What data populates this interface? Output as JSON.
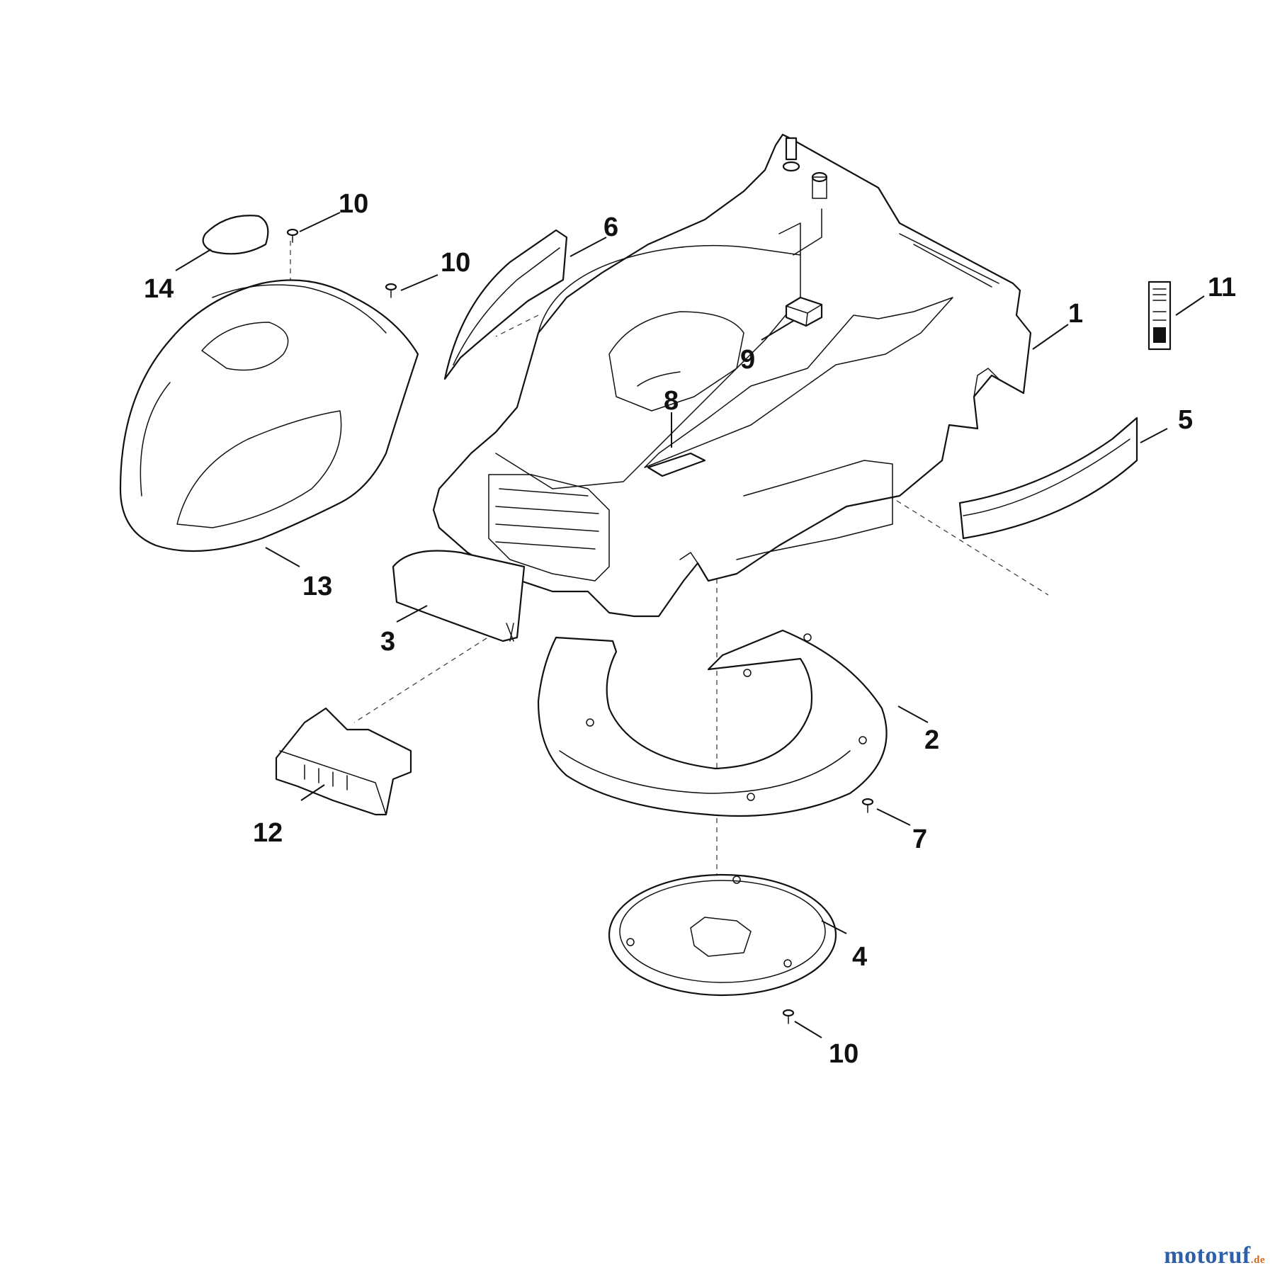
{
  "callouts": {
    "c1": "1",
    "c2": "2",
    "c3": "3",
    "c4": "4",
    "c5": "5",
    "c6": "6",
    "c7": "7",
    "c8": "8",
    "c9": "9",
    "c10a": "10",
    "c10b": "10",
    "c10c": "10",
    "c11": "11",
    "c12": "12",
    "c13": "13",
    "c14": "14"
  },
  "watermark": {
    "main": "motoruf",
    "tld": ".de"
  }
}
